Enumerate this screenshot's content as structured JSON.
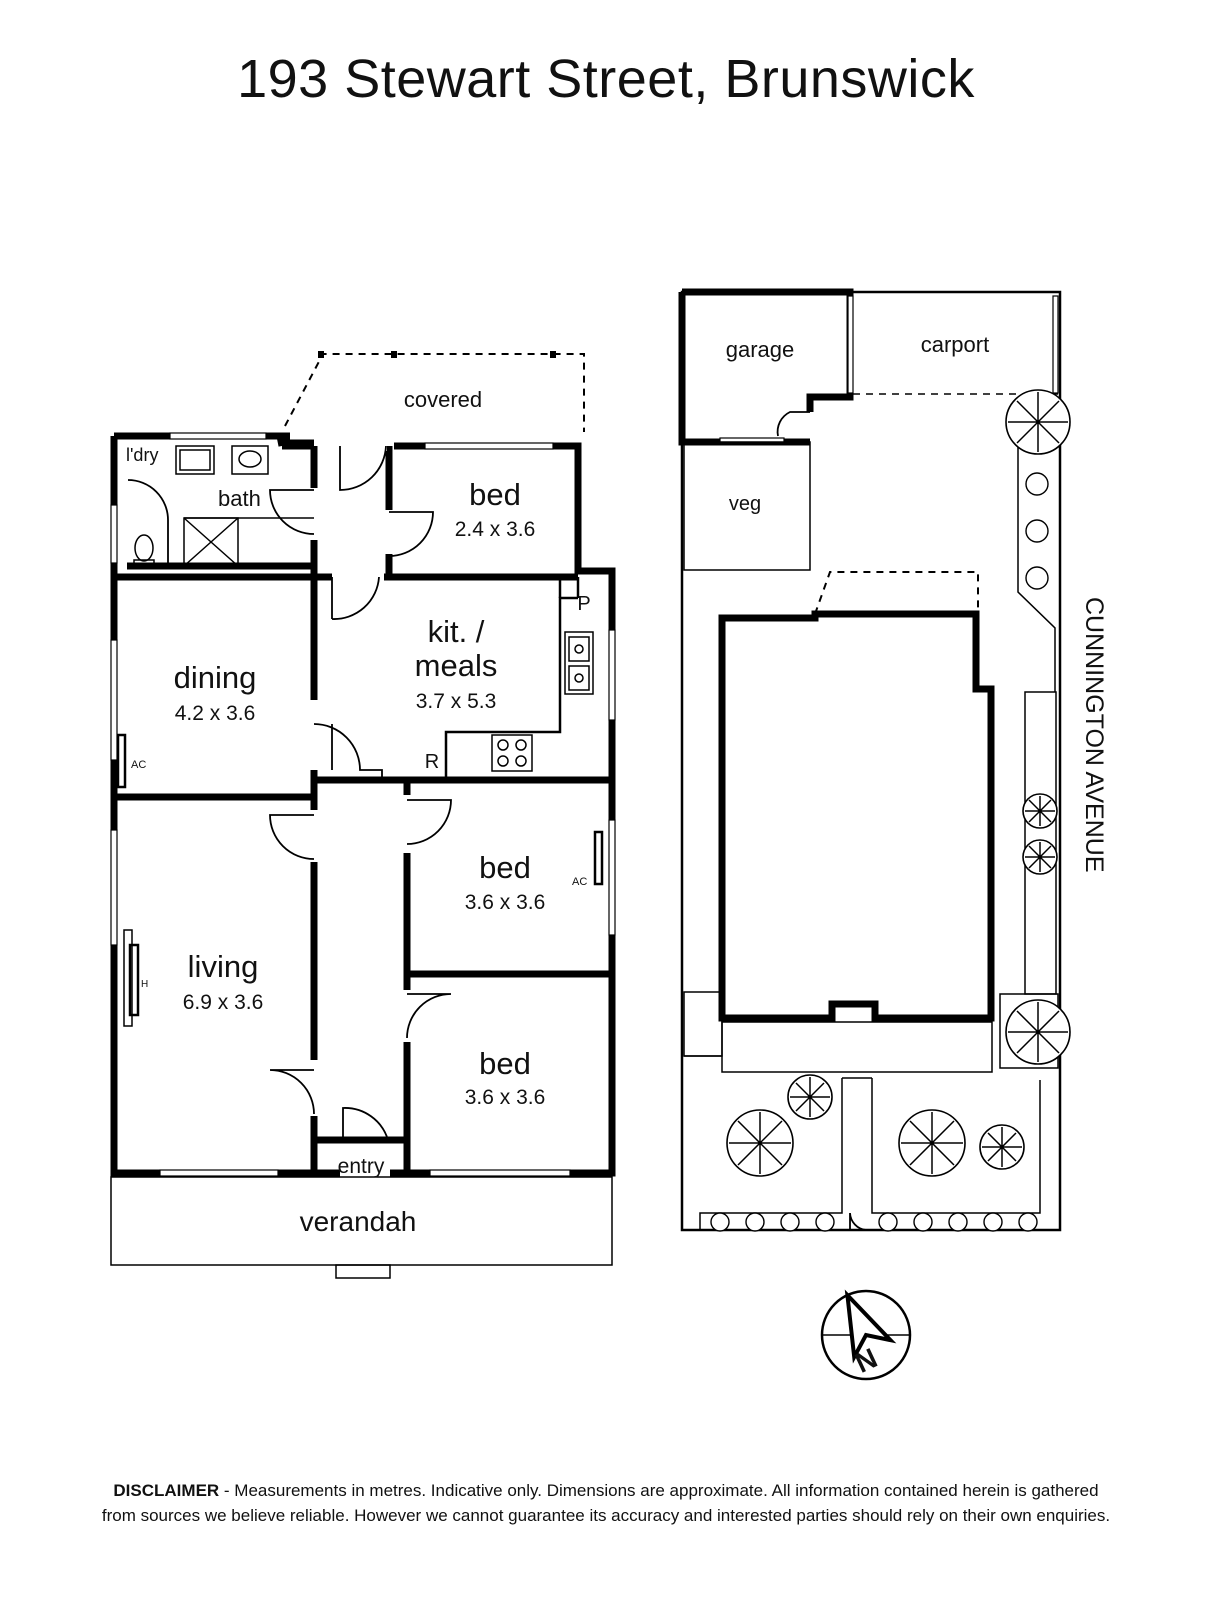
{
  "title": "193 Stewart Street, Brunswick",
  "rooms": {
    "laundry": "l'dry",
    "bath": "bath",
    "bed1": {
      "name": "bed",
      "size": "2.4 x 3.6"
    },
    "covered": "covered",
    "dining": {
      "name": "dining",
      "size": "4.2 x 3.6"
    },
    "kitchen": {
      "name_line1": "kit. /",
      "name_line2": "meals",
      "size": "3.7 x 5.3"
    },
    "pantry": "P",
    "fridge": "R",
    "ac_dining": "AC",
    "living": {
      "name": "living",
      "size": "6.9 x 3.6"
    },
    "heater": "H",
    "bed2": {
      "name": "bed",
      "size": "3.6 x 3.6"
    },
    "ac_bed2": "AC",
    "bed3": {
      "name": "bed",
      "size": "3.6 x 3.6"
    },
    "entry": "entry",
    "verandah": "verandah"
  },
  "site": {
    "garage": "garage",
    "carport": "carport",
    "veg": "veg",
    "street": "CUNNINGTON AVENUE",
    "north": "N"
  },
  "disclaimer": {
    "label": "DISCLAIMER",
    "text_line1": " - Measurements in metres. Indicative only. Dimensions are approximate. All information contained herein is gathered",
    "text_line2": "from sources we believe reliable. However we cannot guarantee its accuracy and interested parties should rely on their own enquiries."
  }
}
